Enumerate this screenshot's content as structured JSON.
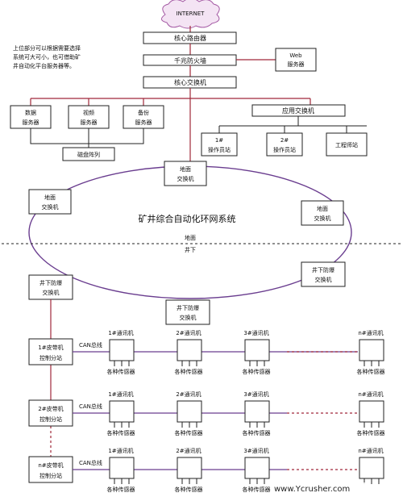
{
  "internet": "INTERNET",
  "core_router": "核心路由器",
  "firewall": "千兆防火墙",
  "core_switch": "核心交换机",
  "web_server": [
    "Web",
    "服务器"
  ],
  "note": [
    "上位部分可以根据需要选择",
    "系统可大可小，也可借助矿",
    "井自动化平台服务器等。"
  ],
  "data_server": [
    "数据",
    "服务器"
  ],
  "video_server": [
    "视频",
    "服务器"
  ],
  "backup_server": [
    "备份",
    "服务器"
  ],
  "disk_array": "磁盘阵列",
  "app_switch": "应用交换机",
  "op1": [
    "1#",
    "操作员站"
  ],
  "op2": [
    "2#",
    "操作员站"
  ],
  "engineer": "工程师站",
  "ground_switch": [
    "地面",
    "交换机"
  ],
  "ring_title": "矿井综合自动化环网系统",
  "above_ground": "地面",
  "below_ground": "井下",
  "under_switch": [
    "井下防爆",
    "交换机"
  ],
  "ctrl1": [
    "1#皮带机",
    "控制分站"
  ],
  "ctrl2": [
    "2#皮带机",
    "控制分站"
  ],
  "ctrln": [
    "n#皮带机",
    "控制分站"
  ],
  "can_bus": "CAN总线",
  "comm": [
    "1#通讯机",
    "2#通讯机",
    "3#通讯机",
    "n#通讯机"
  ],
  "sensors": "各种传感器",
  "watermark": "www.Ycrusher.com"
}
